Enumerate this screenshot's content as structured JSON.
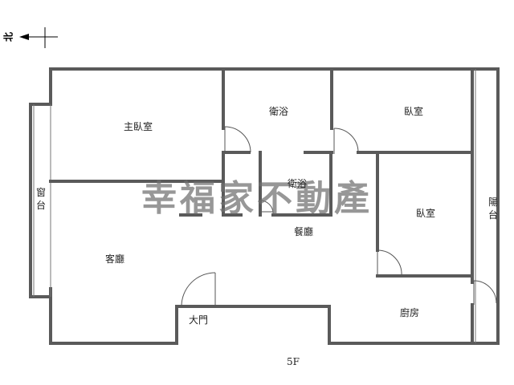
{
  "compass": {
    "label": "北"
  },
  "rooms": {
    "master_bedroom": "主臥室",
    "bath_1": "衛浴",
    "bedroom_1": "臥室",
    "bath_2": "衛浴",
    "bedroom_2": "臥室",
    "window_bay": "窗台",
    "balcony": "陽台",
    "dining": "餐廳",
    "living": "客廳",
    "entrance": "大門",
    "kitchen": "廚房"
  },
  "floor": "5F",
  "watermark": "幸福家不動產",
  "colors": {
    "wall": "#5a5a5a",
    "watermark": "#6f6f6f"
  }
}
